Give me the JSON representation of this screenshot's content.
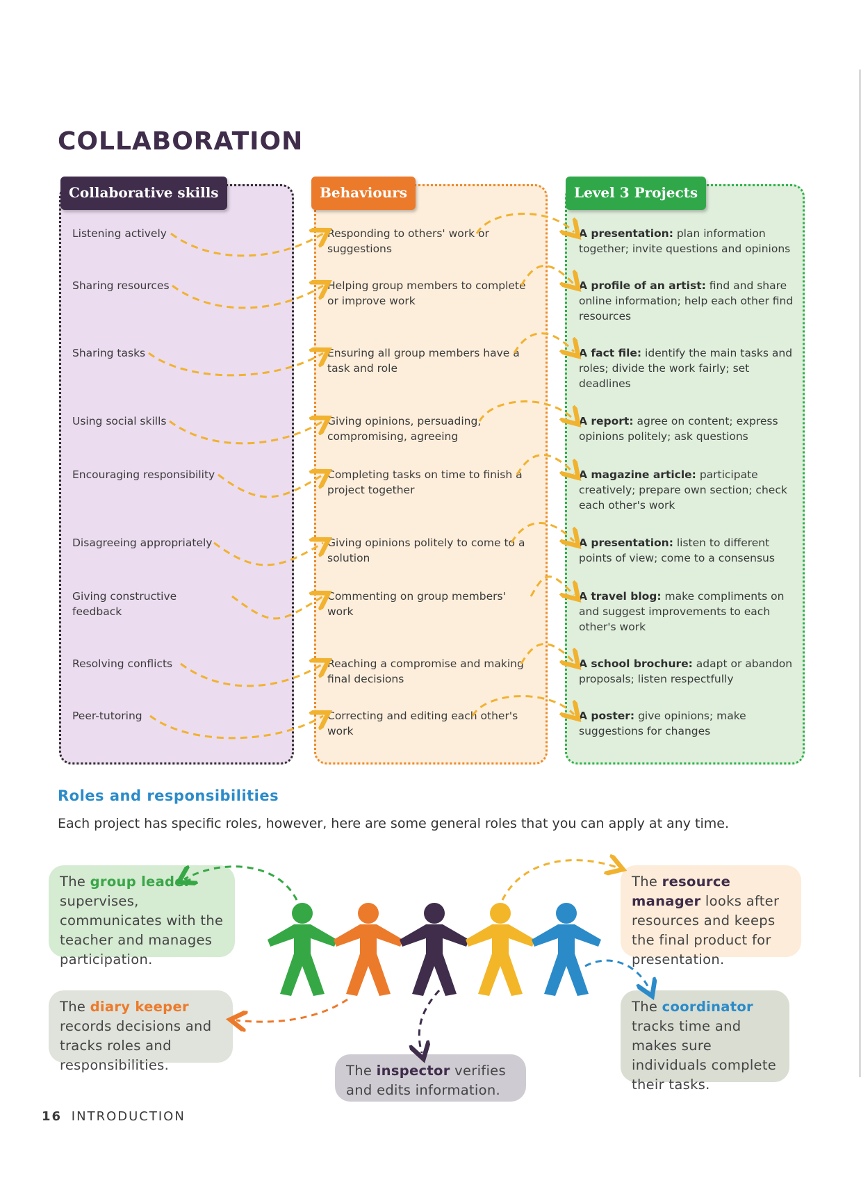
{
  "page_title": "COLLABORATION",
  "columns": {
    "skills_header": "Collaborative skills",
    "behaviours_header": "Behaviours",
    "projects_header": "Level 3 Projects"
  },
  "rows": [
    {
      "skill": "Listening actively",
      "behaviour": "Responding to others' work or suggestions",
      "project_title": "A presentation:",
      "project_desc": "plan information together; invite questions and opinions"
    },
    {
      "skill": "Sharing resources",
      "behaviour": "Helping group members to complete or improve work",
      "project_title": "A profile of an artist:",
      "project_desc": "find and share online information; help each other find resources"
    },
    {
      "skill": "Sharing tasks",
      "behaviour": "Ensuring all group members have a task and role",
      "project_title": "A fact file:",
      "project_desc": "identify the main tasks and roles; divide the work fairly; set deadlines"
    },
    {
      "skill": "Using social skills",
      "behaviour": "Giving opinions, persuading, compromising, agreeing",
      "project_title": "A report:",
      "project_desc": "agree on content; express opinions politely; ask questions"
    },
    {
      "skill": "Encouraging responsibility",
      "behaviour": "Completing tasks on time to finish a project together",
      "project_title": "A magazine article:",
      "project_desc": "participate creatively; prepare own section; check each other's work"
    },
    {
      "skill": "Disagreeing appropriately",
      "behaviour": "Giving opinions politely to come to a solution",
      "project_title": "A presentation:",
      "project_desc": "listen to different points of view; come to a consensus"
    },
    {
      "skill": "Giving constructive feedback",
      "behaviour": "Commenting on group members' work",
      "project_title": "A travel blog:",
      "project_desc": "make compliments on and suggest improvements to each other's work"
    },
    {
      "skill": "Resolving conflicts",
      "behaviour": "Reaching a compromise and making final decisions",
      "project_title": "A school brochure:",
      "project_desc": "adapt or abandon proposals; listen respectfully"
    },
    {
      "skill": "Peer-tutoring",
      "behaviour": "Correcting and editing each other's work",
      "project_title": "A poster:",
      "project_desc": "give opinions; make suggestions for changes"
    }
  ],
  "roles_section": {
    "title": "Roles and responsibilities",
    "intro": "Each project has specific roles, however, here are some general roles that you can apply at any time.",
    "group_leader": {
      "pre": "The",
      "name": "group leader",
      "post": "supervises, communicates with the teacher and manages participation."
    },
    "resource_manager": {
      "pre": "The",
      "name": "resource manager",
      "post": "looks after resources and keeps the final product for presentation."
    },
    "diary_keeper": {
      "pre": "The",
      "name": "diary keeper",
      "post": "records decisions and tracks roles and responsibilities."
    },
    "coordinator": {
      "pre": "The",
      "name": "coordinator",
      "post": "tracks time and makes sure individuals complete their tasks."
    },
    "inspector": {
      "pre": "The",
      "name": "inspector",
      "post": "verifies and edits information."
    }
  },
  "figure_colors": [
    "#35a845",
    "#ec7a2b",
    "#3f2d4b",
    "#f3b629",
    "#2b8bc9"
  ],
  "arrow_color": "#f1b230",
  "footer": {
    "page_number": "16",
    "section": "INTRODUCTION"
  }
}
